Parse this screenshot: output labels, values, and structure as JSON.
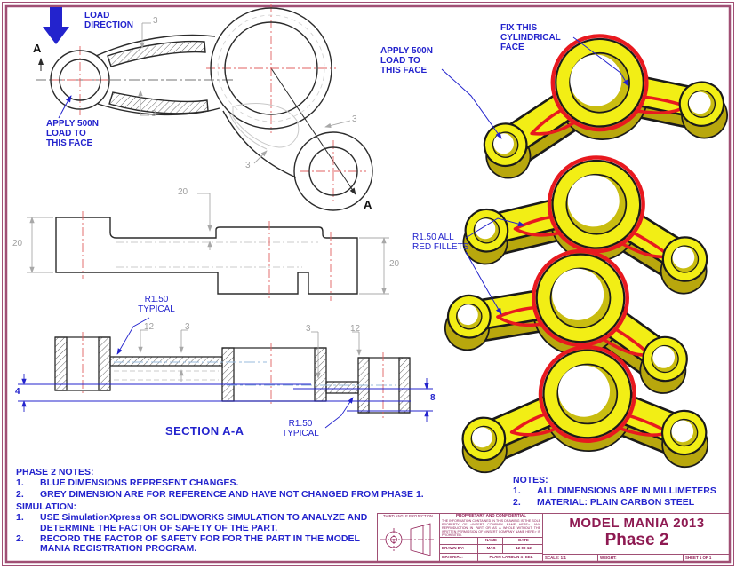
{
  "colors": {
    "annotation_blue": "#2323cd",
    "dim_gray": "#9f9f9f",
    "border_plum": "#a04f74",
    "title_maroon": "#8e1a52",
    "part_yellow": "#f2ee15",
    "part_shadow_olive": "#b8a70d",
    "fillet_red": "#e8191f",
    "centerline_red": "#e06060"
  },
  "front_view": {
    "load_direction": "LOAD\nDIRECTION",
    "section_marker_top": "A",
    "section_marker_bottom": "A",
    "apply_load": "APPLY 500N\nLOAD TO\nTHIS FACE",
    "rib_dim_top": "3",
    "rib_dim_bottom": "3",
    "pocket_dim_right": "3",
    "pocket_dim_mid": "3"
  },
  "side_view": {
    "height_left": "20",
    "width_top": "20",
    "height_right": "20"
  },
  "section_view": {
    "title": "SECTION A-A",
    "fillet_note_upper": "R1.50\nTYPICAL",
    "fillet_note_lower": "R1.50\nTYPICAL",
    "dim_12_left": "12",
    "dim_3_left": "3",
    "dim_3_right": "3",
    "dim_12_right": "12",
    "dim_4": "4",
    "dim_8": "8"
  },
  "iso_views": {
    "apply_load": "APPLY 500N\nLOAD TO\nTHIS FACE",
    "fix_face": "FIX THIS\nCYLINDRICAL\nFACE",
    "fillets_note": "R1.50 ALL\nRED FILLETS"
  },
  "phase2_notes": {
    "heading": "PHASE 2 NOTES:",
    "items": [
      {
        "num": "1.",
        "text": "BLUE DIMENSIONS REPRESENT CHANGES."
      },
      {
        "num": "2.",
        "text": "GREY DIMENSION ARE FOR REFERENCE AND HAVE NOT CHANGED FROM PHASE 1."
      }
    ]
  },
  "simulation_notes": {
    "heading": "SIMULATION:",
    "items": [
      {
        "num": "1.",
        "text": "USE SimulationXpress OR SOLIDWORKS SIMULATION TO ANALYZE AND DETERMINE THE FACTOR OF SAFETY OF THE PART."
      },
      {
        "num": "2.",
        "text": "RECORD THE FACTOR OF SAFETY FOR FOR THE PART IN THE MODEL MANIA REGISTRATION PROGRAM."
      }
    ]
  },
  "general_notes": {
    "heading": "NOTES:",
    "items": [
      {
        "num": "1.",
        "text": "ALL DIMENSIONS ARE IN MILLIMETERS"
      },
      {
        "num": "2.",
        "text": "MATERIAL: PLAIN CARBON STEEL"
      }
    ]
  },
  "title_block": {
    "projection": "THIRD ANGLE PROJECTION",
    "proprietary_heading": "PROPRIETARY AND CONFIDENTIAL",
    "proprietary_body": "THE INFORMATION CONTAINED IN THIS DRAWING IS THE SOLE PROPERTY OF <INSERT COMPANY NAME HERE>. ANY REPRODUCTION IN PART OR AS A WHOLE WITHOUT THE WRITTEN PERMISSION OF <INSERT COMPANY NAME HERE> IS PROHIBITED.",
    "name_header": "NAME",
    "date_header": "DATE",
    "drawn_by_label": "DRAWN BY:",
    "drawn_by_name": "MAS",
    "drawn_by_date": "12-00-12",
    "material_label": "MATERIAL:",
    "material_value": "PLAIN CARBON STEEL",
    "scale": "SCALE: 1:1",
    "weight": "WEIGHT:",
    "sheet": "SHEET 1 OF 1",
    "title_line1": "MODEL MANIA 2013",
    "title_line2": "Phase 2"
  }
}
